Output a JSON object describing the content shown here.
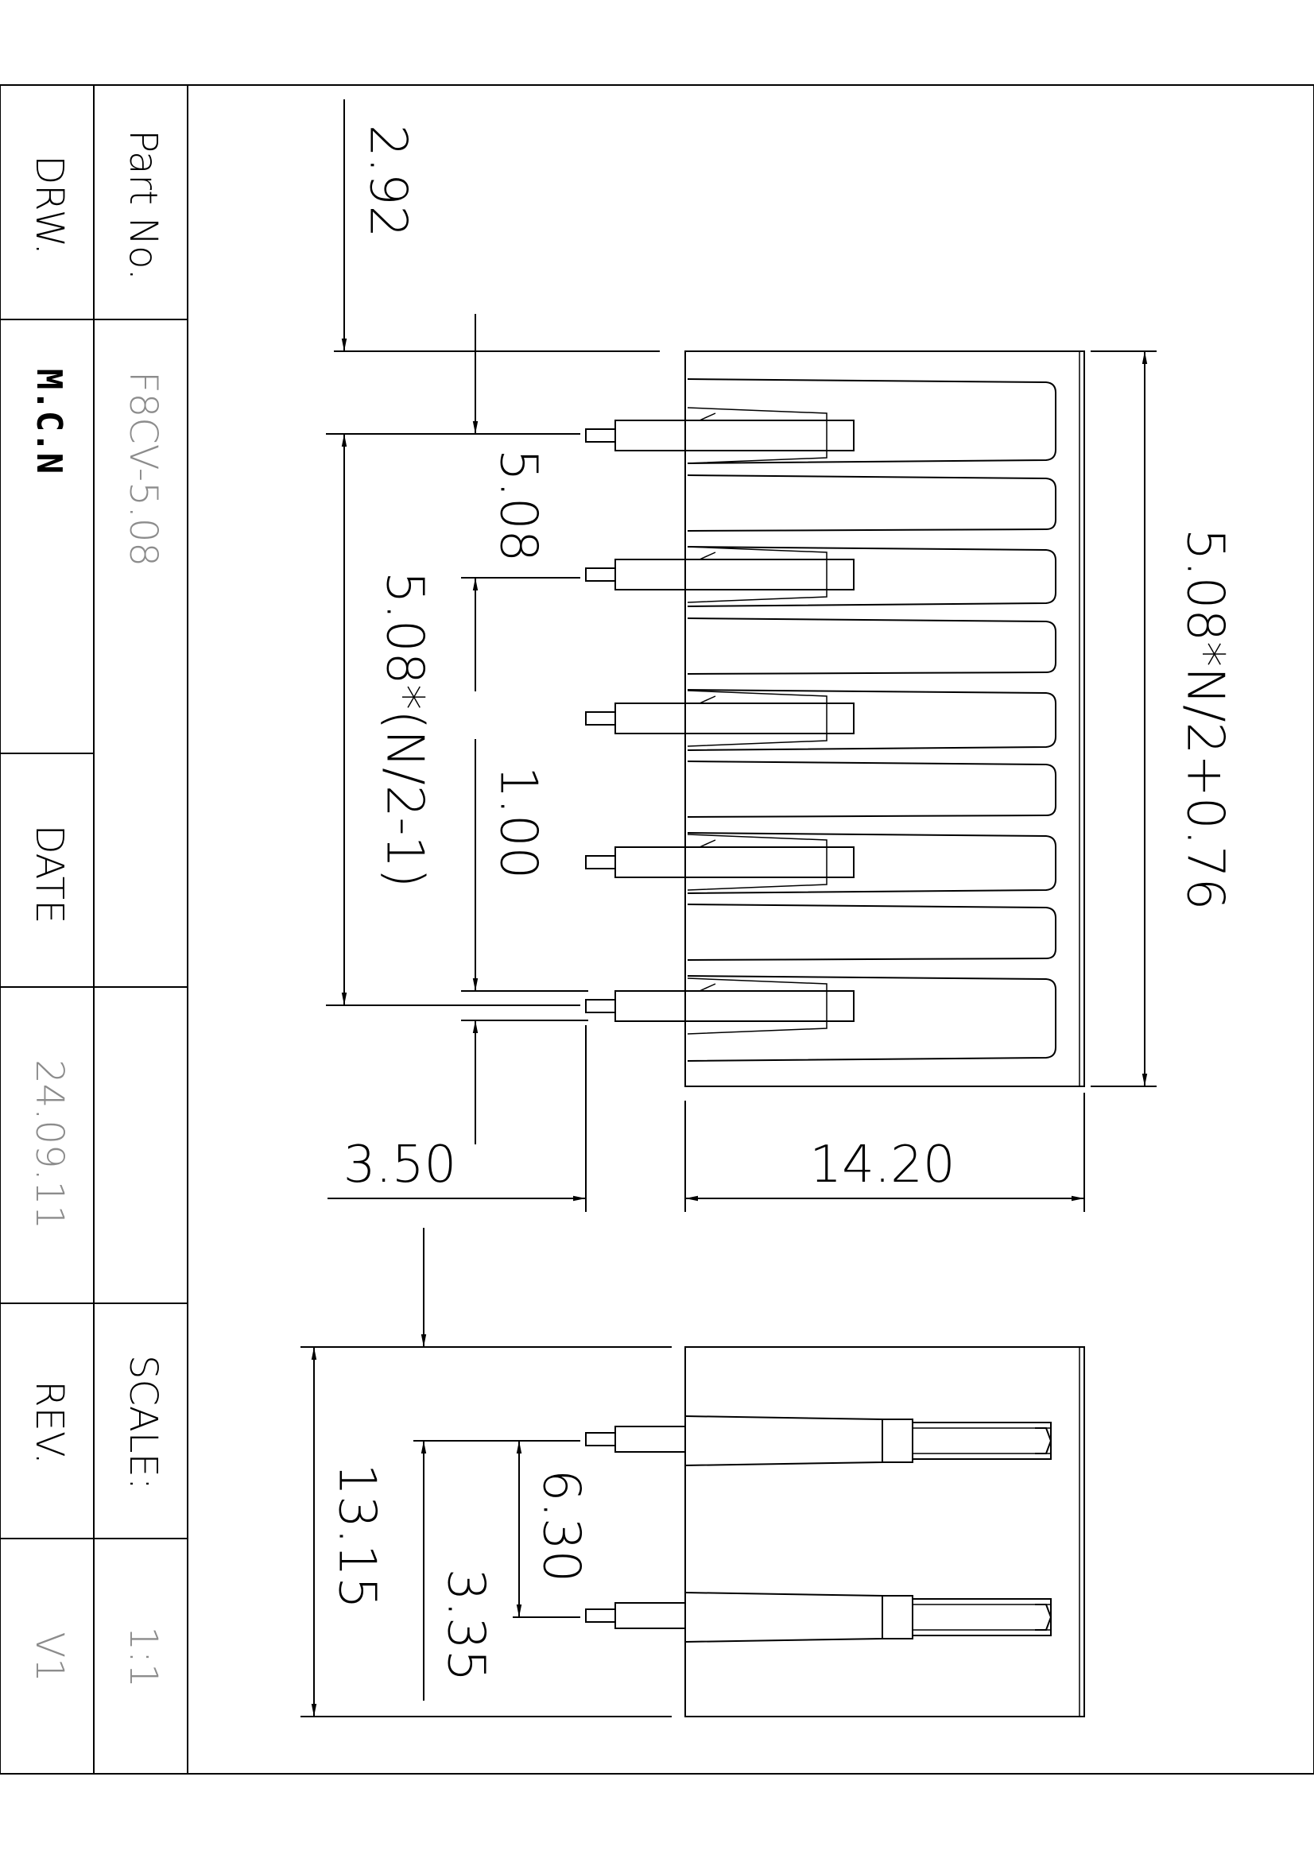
{
  "title_block": {
    "part_no_label": "Part No.",
    "part_no_value": "F8CV-5.08",
    "drw_label": "DRW.",
    "drw_value": "M.C.N",
    "date_label": "DATE",
    "date_value": "24.09.11",
    "scale_label": "SCALE:",
    "scale_value": "1:1",
    "rev_label": "REV.",
    "rev_value": "V1"
  },
  "dimensions": {
    "d_292": "2.92",
    "d_508": "5.08",
    "d_pitch_total": "5.08*(N/2-1)",
    "d_100": "1.00",
    "d_overall": "5.08*N/2+0.76",
    "d_350": "3.50",
    "d_1420": "14.20",
    "d_1315": "13.15",
    "d_630": "6.30",
    "d_335": "3.35"
  }
}
